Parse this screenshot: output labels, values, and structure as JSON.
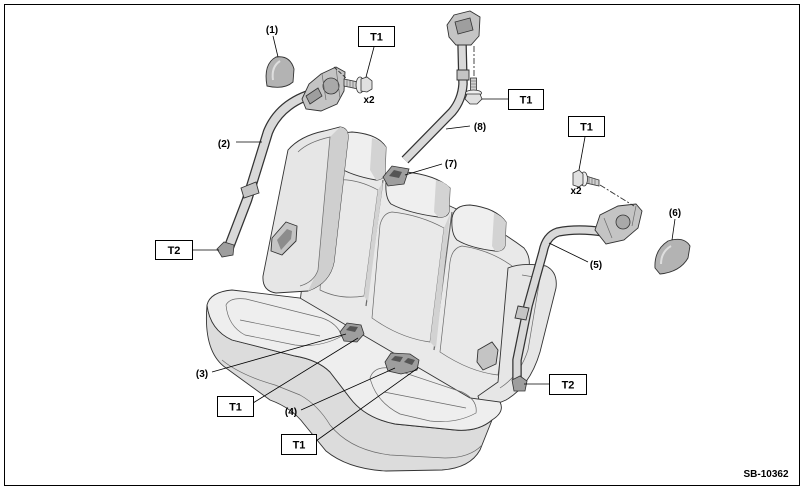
{
  "callouts": {
    "part_1": "(1)",
    "part_2": "(2)",
    "part_3": "(3)",
    "part_4": "(4)",
    "part_5": "(5)",
    "part_6": "(6)",
    "part_7": "(7)",
    "part_8": "(8)"
  },
  "torque_labels": {
    "left_retractor_bolts": "T1",
    "upper_center_bolt": "T1",
    "right_retractor_bolts": "T1",
    "buckle_3": "T1",
    "buckle_4": "T1",
    "left_lower_anchor": "T2",
    "right_lower_anchor": "T2"
  },
  "quantities": {
    "left_retractor_bolts": "x2",
    "right_retractor_bolts": "x2"
  },
  "figure_code": "SB-10362"
}
